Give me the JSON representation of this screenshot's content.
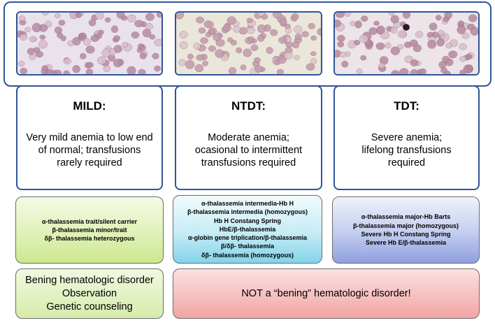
{
  "smears": [
    {
      "name": "mild-smear",
      "bg": "#eae2ea",
      "cell": "#b68aa6",
      "cellPale": "#d9bdcf"
    },
    {
      "name": "ntdt-smear",
      "bg": "#eae6da",
      "cell": "#c39aa9",
      "cellPale": "#dcc6c9"
    },
    {
      "name": "tdt-smear",
      "bg": "#ece4e6",
      "cell": "#b6899f",
      "cellPale": "#d8c0cb"
    }
  ],
  "columns": [
    {
      "title": "MILD:",
      "description": [
        "Very mild anemia to low end",
        "of normal; transfusions",
        "rarely required"
      ]
    },
    {
      "title": "NTDT:",
      "description": [
        "Moderate anemia;",
        "ocasional to intermittent",
        "transfusions required"
      ]
    },
    {
      "title": "TDT:",
      "description": [
        "Severe anemia;",
        "lifelong transfusions",
        "required"
      ]
    }
  ],
  "genotypes": [
    [
      "α-thalassemia trait/silent carrier",
      "β-thalassemia minor/trait",
      "δβ- thalassemia heterozygous"
    ],
    [
      "α-thalassemia intermedia-Hb H",
      "β-thalassemia intermedia (homozygous)",
      "Hb H Constang Spring",
      "HbE/β-thalassemia",
      "α-globin gene triplication/β-thalassemia",
      "β/δβ- thalassemia",
      "δβ- thalassemia (homozygous)"
    ],
    [
      "α-thalassemia major-Hb Barts",
      "β-thalassemia major (homozygous)",
      "Severe Hb H Constang Spring",
      "Severe Hb E/β-thalassemia"
    ]
  ],
  "outcomes": {
    "benign": [
      "Bening hematologic disorder",
      "Observation",
      "Genetic counseling"
    ],
    "not_benign": "NOT a “bening” hematologic disorder!"
  },
  "colors": {
    "border": "#2f5597"
  }
}
